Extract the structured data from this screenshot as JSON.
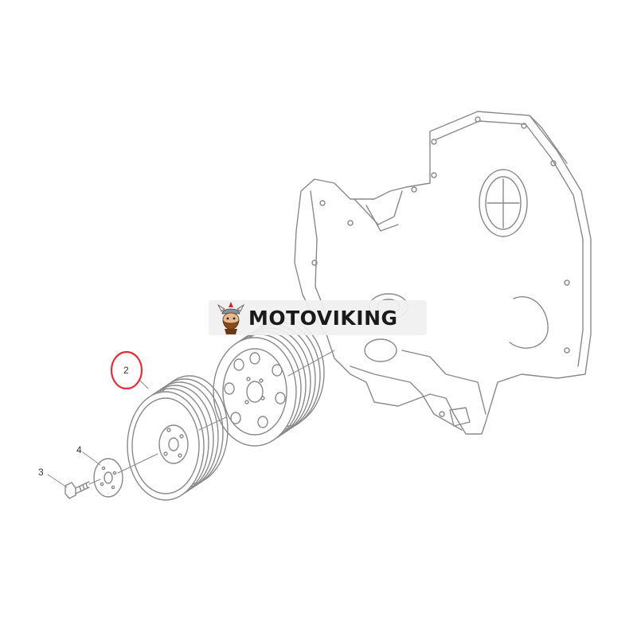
{
  "callouts": {
    "item_2": "2",
    "item_3": "3",
    "item_4": "4"
  },
  "watermark": {
    "brand": "MOTOVIKING"
  },
  "colors": {
    "highlight_circle": "#e0303a",
    "line_art": "#8a8a8a",
    "watermark_bg": "#f0f0f0"
  }
}
